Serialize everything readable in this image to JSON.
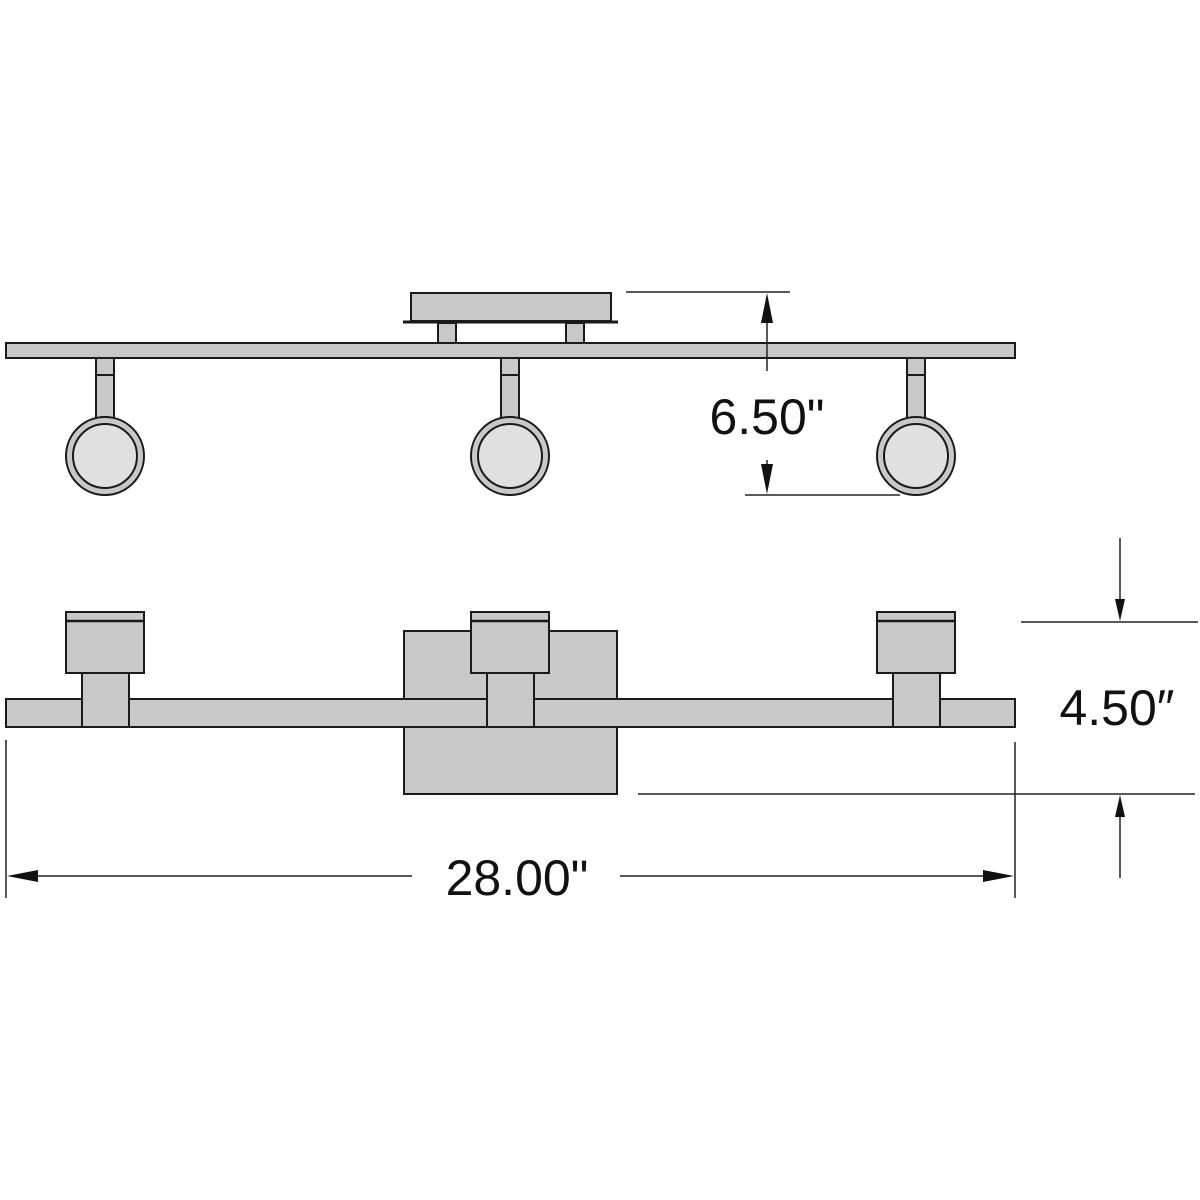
{
  "diagram": {
    "type": "technical-dimension-drawing",
    "subject": "3-light track / spotlight bar",
    "views": [
      {
        "name": "side-view",
        "fixtures": 3
      },
      {
        "name": "front-view",
        "fixtures": 3
      }
    ]
  },
  "dimensions": {
    "height": "6.50\"",
    "depth": "4.50″",
    "width": "28.00\""
  },
  "colors": {
    "part_fill": "#c8c8c8",
    "lens_fill": "#e0e0e0",
    "outline": "#1a1a1a",
    "background": "#ffffff"
  }
}
